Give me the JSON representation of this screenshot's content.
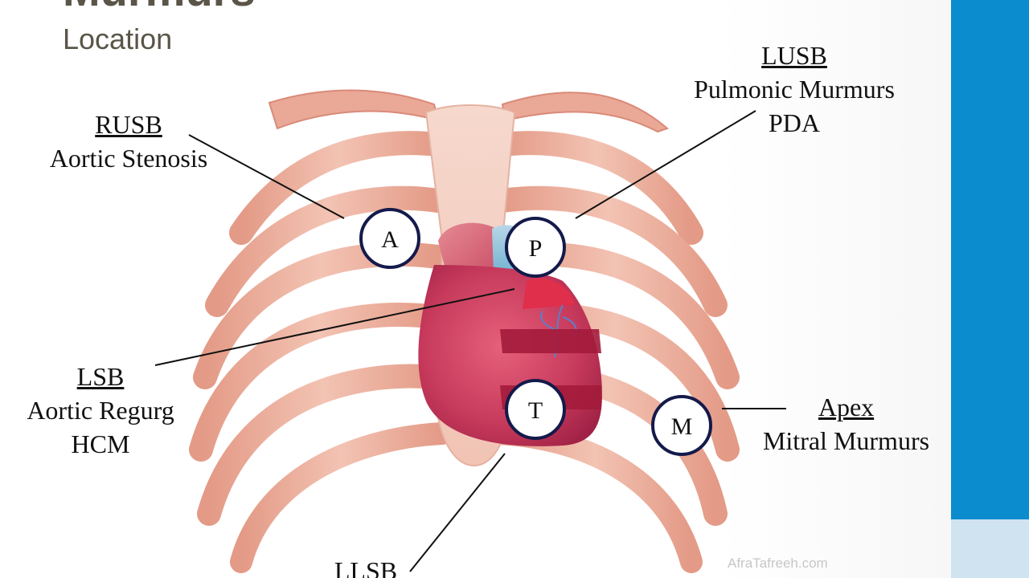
{
  "slide": {
    "title": "Murmurs",
    "subtitle": "Location",
    "watermark": "AfraTafreeh.com"
  },
  "points": [
    {
      "letter": "A",
      "heading": "RUSB",
      "lines": [
        "Aortic Stenosis"
      ]
    },
    {
      "letter": "P",
      "heading": "LUSB",
      "lines": [
        "Pulmonic Murmurs",
        "PDA"
      ]
    },
    {
      "letter": "T",
      "heading": "LLSB",
      "lines": []
    },
    {
      "letter": "M",
      "heading": "Apex",
      "lines": [
        "Mitral Murmurs"
      ]
    }
  ],
  "lsb": {
    "heading": "LSB",
    "lines": [
      "Aortic Regurg",
      "HCM"
    ]
  },
  "colors": {
    "accent_bar": "#0b8ccf",
    "rib": "#e8a08e",
    "heart": "#c0385a",
    "circle_stroke": "#141a4a"
  }
}
